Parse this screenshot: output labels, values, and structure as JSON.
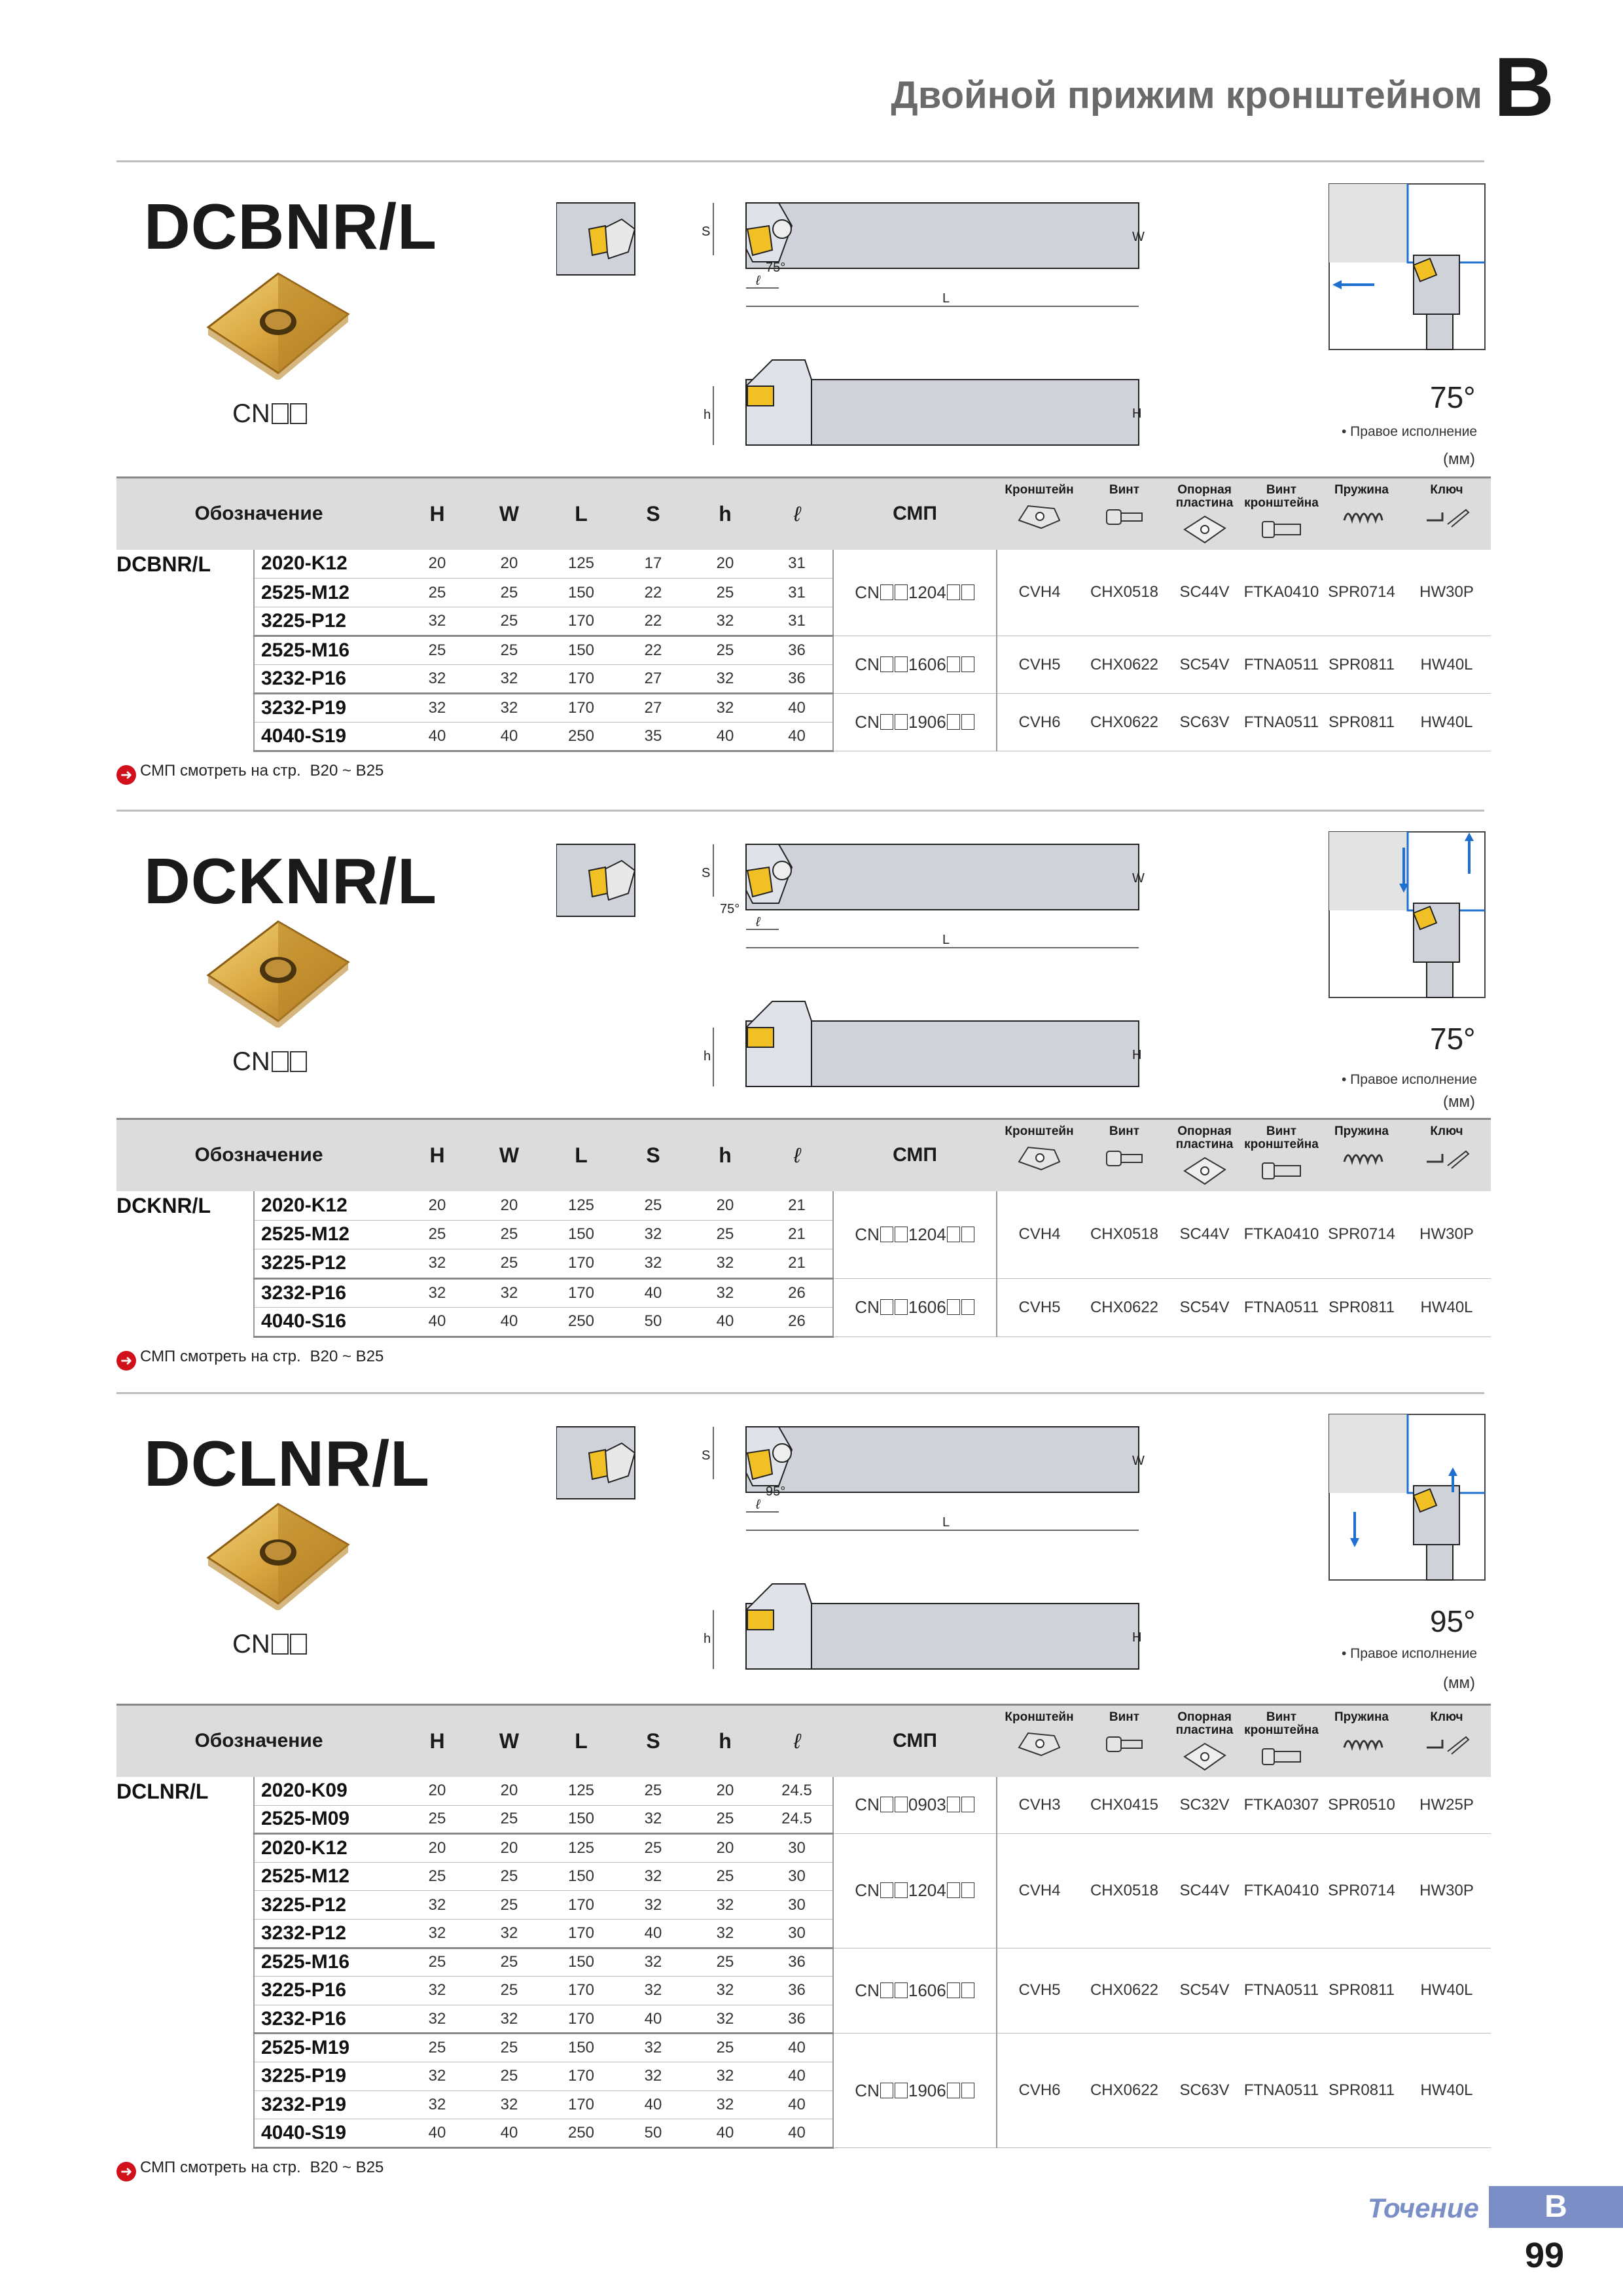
{
  "header": {
    "title": "Двойной прижим кронштейном",
    "letter": "B"
  },
  "table_headers": {
    "designation": "Обозначение",
    "H": "H",
    "W": "W",
    "L": "L",
    "S": "S",
    "h": "h",
    "l": "ℓ",
    "insert": "СМП",
    "parts": [
      "Кронштейн",
      "Винт",
      "Опорная пластина",
      "Винт кронштейна",
      "Пружина",
      "Ключ"
    ]
  },
  "common": {
    "right_hand_note": "• Правое исполнение",
    "units": "(мм)",
    "cn_label": "CN",
    "see_note": "СМП смотреть на стр.",
    "see_pages": "B20 ~ B25"
  },
  "sections": [
    {
      "code": "DCBNR/L",
      "angle": "75°",
      "dims": {
        "S": "S",
        "W": "W",
        "L": "L",
        "h": "h",
        "H": "H",
        "l": "ℓ",
        "angle": "75°"
      },
      "family": "DCBNR/L",
      "groups": [
        {
          "insert_prefix": "CN",
          "insert_code": "1204",
          "parts": [
            "CVH4",
            "CHX0518",
            "SC44V",
            "FTKA0410",
            "SPR0714",
            "HW30P"
          ],
          "rows": [
            [
              "2020-K12",
              "20",
              "20",
              "125",
              "17",
              "20",
              "31"
            ],
            [
              "2525-M12",
              "25",
              "25",
              "150",
              "22",
              "25",
              "31"
            ],
            [
              "3225-P12",
              "32",
              "25",
              "170",
              "22",
              "32",
              "31"
            ]
          ]
        },
        {
          "insert_prefix": "CN",
          "insert_code": "1606",
          "parts": [
            "CVH5",
            "CHX0622",
            "SC54V",
            "FTNA0511",
            "SPR0811",
            "HW40L"
          ],
          "rows": [
            [
              "2525-M16",
              "25",
              "25",
              "150",
              "22",
              "25",
              "36"
            ],
            [
              "3232-P16",
              "32",
              "32",
              "170",
              "27",
              "32",
              "36"
            ]
          ]
        },
        {
          "insert_prefix": "CN",
          "insert_code": "1906",
          "parts": [
            "CVH6",
            "CHX0622",
            "SC63V",
            "FTNA0511",
            "SPR0811",
            "HW40L"
          ],
          "rows": [
            [
              "3232-P19",
              "32",
              "32",
              "170",
              "27",
              "32",
              "40"
            ],
            [
              "4040-S19",
              "40",
              "40",
              "250",
              "35",
              "40",
              "40"
            ]
          ]
        }
      ]
    },
    {
      "code": "DCKNR/L",
      "angle": "75°",
      "dims": {
        "S": "S",
        "W": "W",
        "L": "L",
        "h": "h",
        "H": "H",
        "l": "ℓ",
        "angle": "75°"
      },
      "family": "DCKNR/L",
      "groups": [
        {
          "insert_prefix": "CN",
          "insert_code": "1204",
          "parts": [
            "CVH4",
            "CHX0518",
            "SC44V",
            "FTKA0410",
            "SPR0714",
            "HW30P"
          ],
          "rows": [
            [
              "2020-K12",
              "20",
              "20",
              "125",
              "25",
              "20",
              "21"
            ],
            [
              "2525-M12",
              "25",
              "25",
              "150",
              "32",
              "25",
              "21"
            ],
            [
              "3225-P12",
              "32",
              "25",
              "170",
              "32",
              "32",
              "21"
            ]
          ]
        },
        {
          "insert_prefix": "CN",
          "insert_code": "1606",
          "parts": [
            "CVH5",
            "CHX0622",
            "SC54V",
            "FTNA0511",
            "SPR0811",
            "HW40L"
          ],
          "rows": [
            [
              "3232-P16",
              "32",
              "32",
              "170",
              "40",
              "32",
              "26"
            ],
            [
              "4040-S16",
              "40",
              "40",
              "250",
              "50",
              "40",
              "26"
            ]
          ]
        }
      ]
    },
    {
      "code": "DCLNR/L",
      "angle": "95°",
      "dims": {
        "S": "S",
        "W": "W",
        "L": "L",
        "h": "h",
        "H": "H",
        "l": "ℓ",
        "angle": "95°"
      },
      "family": "DCLNR/L",
      "groups": [
        {
          "insert_prefix": "CN",
          "insert_code": "0903",
          "parts": [
            "CVH3",
            "CHX0415",
            "SC32V",
            "FTKA0307",
            "SPR0510",
            "HW25P"
          ],
          "rows": [
            [
              "2020-K09",
              "20",
              "20",
              "125",
              "25",
              "20",
              "24.5"
            ],
            [
              "2525-M09",
              "25",
              "25",
              "150",
              "32",
              "25",
              "24.5"
            ]
          ]
        },
        {
          "insert_prefix": "CN",
          "insert_code": "1204",
          "parts": [
            "CVH4",
            "CHX0518",
            "SC44V",
            "FTKA0410",
            "SPR0714",
            "HW30P"
          ],
          "rows": [
            [
              "2020-K12",
              "20",
              "20",
              "125",
              "25",
              "20",
              "30"
            ],
            [
              "2525-M12",
              "25",
              "25",
              "150",
              "32",
              "25",
              "30"
            ],
            [
              "3225-P12",
              "32",
              "25",
              "170",
              "32",
              "32",
              "30"
            ],
            [
              "3232-P12",
              "32",
              "32",
              "170",
              "40",
              "32",
              "30"
            ]
          ]
        },
        {
          "insert_prefix": "CN",
          "insert_code": "1606",
          "parts": [
            "CVH5",
            "CHX0622",
            "SC54V",
            "FTNA0511",
            "SPR0811",
            "HW40L"
          ],
          "rows": [
            [
              "2525-M16",
              "25",
              "25",
              "150",
              "32",
              "25",
              "36"
            ],
            [
              "3225-P16",
              "32",
              "25",
              "170",
              "32",
              "32",
              "36"
            ],
            [
              "3232-P16",
              "32",
              "32",
              "170",
              "40",
              "32",
              "36"
            ]
          ]
        },
        {
          "insert_prefix": "CN",
          "insert_code": "1906",
          "parts": [
            "CVH6",
            "CHX0622",
            "SC63V",
            "FTNA0511",
            "SPR0811",
            "HW40L"
          ],
          "rows": [
            [
              "2525-M19",
              "25",
              "25",
              "150",
              "32",
              "25",
              "40"
            ],
            [
              "3225-P19",
              "32",
              "25",
              "170",
              "32",
              "32",
              "40"
            ],
            [
              "3232-P19",
              "32",
              "32",
              "170",
              "40",
              "32",
              "40"
            ],
            [
              "4040-S19",
              "40",
              "40",
              "250",
              "50",
              "40",
              "40"
            ]
          ]
        }
      ]
    }
  ],
  "footer": {
    "section_name": "Точение",
    "tab_letter": "B",
    "page": "99"
  }
}
